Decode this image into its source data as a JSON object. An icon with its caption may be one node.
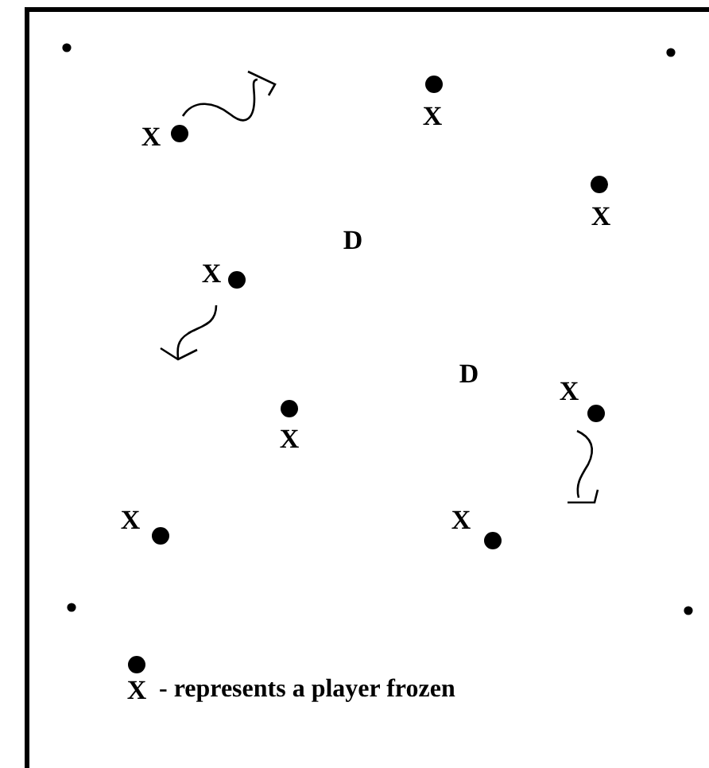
{
  "diagram": {
    "labels": [
      "X",
      "X",
      "X",
      "D",
      "X",
      "D",
      "X",
      "X",
      "X",
      "X",
      "X"
    ],
    "legend": [
      {
        "text": "- represents a player frozen"
      }
    ]
  }
}
